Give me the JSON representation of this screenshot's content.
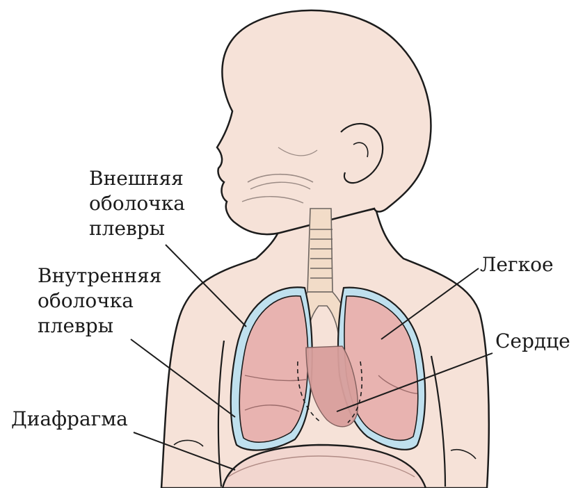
{
  "labels": {
    "outer_pleura": [
      "Внешняя",
      "оболочка",
      "плевры"
    ],
    "inner_pleura": [
      "Внутренняя",
      "оболочка",
      "плевры"
    ],
    "diaphragm": "Диафрагма",
    "lung": "Легкое",
    "heart": "Сердце"
  },
  "colors": {
    "outline": "#1c1c1c",
    "skin": "#f6e2d8",
    "lung": "#e8b3b0",
    "lung_dark": "#dca19f",
    "pleura": "#bfe0ee",
    "heart": "#d99f9c",
    "trachea": "#f2dcc8",
    "belly": "#f2d6cf"
  }
}
